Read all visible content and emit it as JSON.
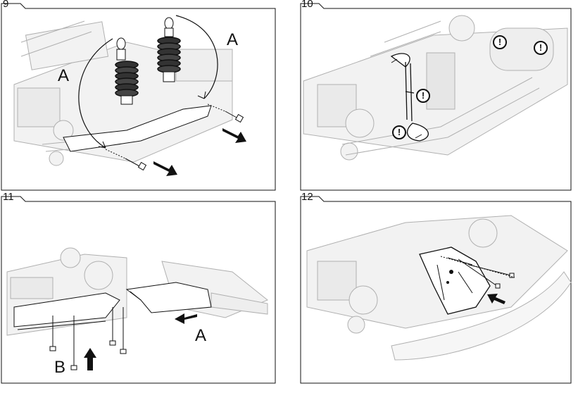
{
  "steps": [
    {
      "number": "9",
      "labels": [
        "A",
        "A"
      ]
    },
    {
      "number": "10",
      "labels": []
    },
    {
      "number": "11",
      "labels": [
        "A",
        "B"
      ]
    },
    {
      "number": "12",
      "labels": []
    }
  ],
  "warning_glyph": "!",
  "colors": {
    "line": "#111111",
    "ghost": "#b0b0b0",
    "ghost_fill": "#f2f2f2",
    "part_fill": "#ffffff"
  }
}
